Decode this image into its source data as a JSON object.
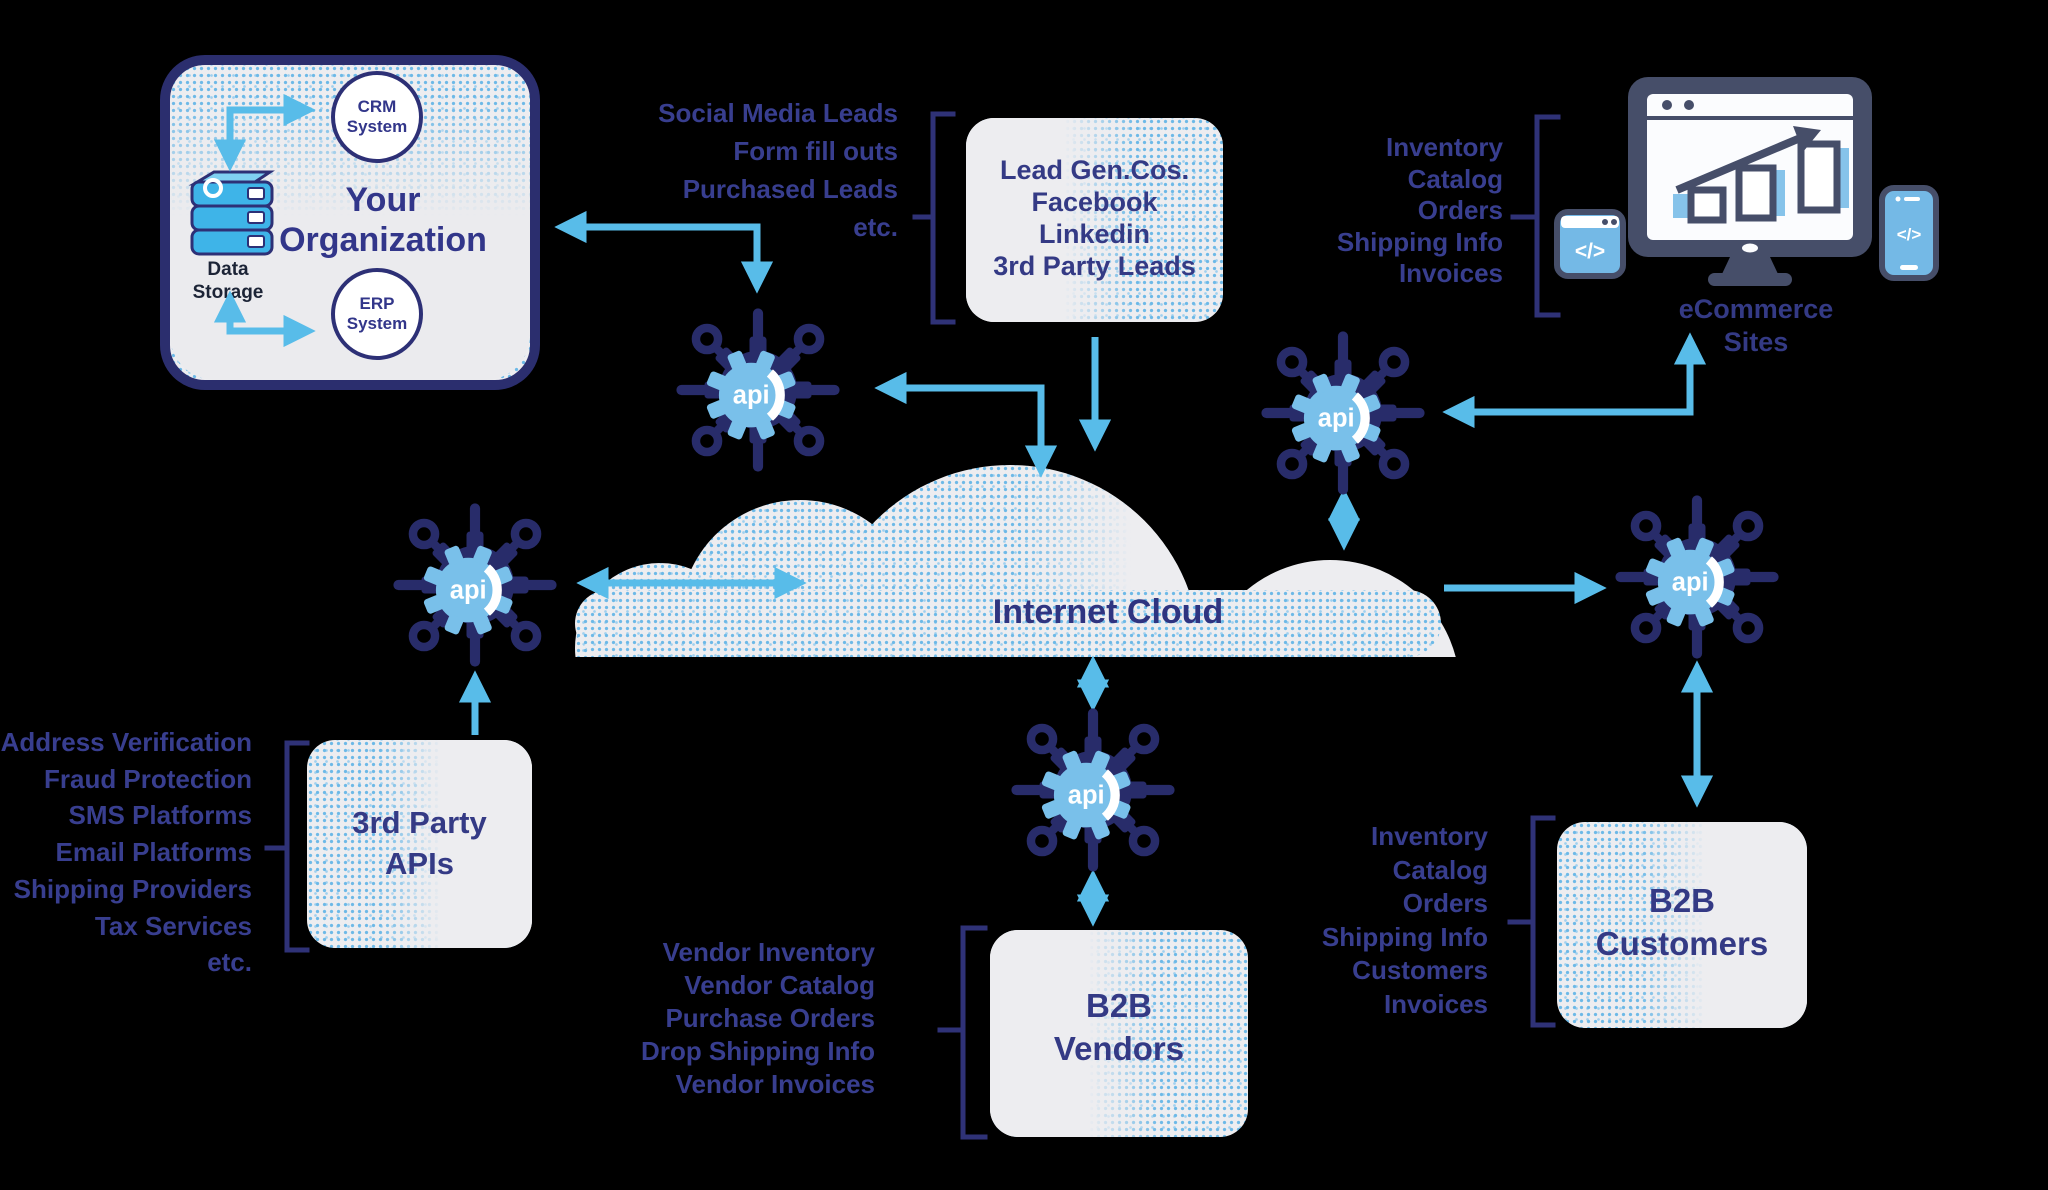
{
  "api_label": "api",
  "code_glyph": "</>",
  "org": {
    "title": [
      "Your",
      "Organization"
    ],
    "crm": "CRM\nSystem",
    "erp": "ERP\nSystem",
    "storage": [
      "Data",
      "Storage"
    ]
  },
  "lead_sources": {
    "items": [
      "Social Media Leads",
      "Form fill outs",
      "Purchased Leads",
      "etc."
    ]
  },
  "lead_gen_box": {
    "lines": [
      "Lead Gen.Cos.",
      "Facebook",
      "Linkedin",
      "3rd Party Leads"
    ]
  },
  "ecommerce": {
    "label": [
      "eCommerce",
      "Sites"
    ],
    "data_items": [
      "Inventory",
      "Catalog",
      "Orders",
      "Shipping Info",
      "Invoices"
    ]
  },
  "cloud": {
    "label": "Internet Cloud"
  },
  "third_party": {
    "box": [
      "3rd Party",
      "APIs"
    ],
    "items": [
      "Address Verification",
      "Fraud Protection",
      "SMS Platforms",
      "Email Platforms",
      "Shipping Providers",
      "Tax Services",
      "etc."
    ]
  },
  "b2b_vendors": {
    "box": [
      "B2B",
      "Vendors"
    ],
    "items": [
      "Vendor Inventory",
      "Vendor Catalog",
      "Purchase Orders",
      "Drop Shipping Info",
      "Vendor Invoices"
    ]
  },
  "b2b_customers": {
    "box": [
      "B2B",
      "Customers"
    ],
    "items": [
      "Inventory",
      "Catalog",
      "Orders",
      "Shipping Info",
      "Customers",
      "Invoices"
    ]
  },
  "colors": {
    "navy": "#2d3076",
    "text_navy": "#383e8f",
    "arrow_blue": "#58bce9",
    "gear_navy": "#282c6a",
    "gear_blue": "#79c0ea",
    "box_fill": "#ededf0",
    "device_slate": "#464e69",
    "db_blue": "#3eb4e8"
  }
}
